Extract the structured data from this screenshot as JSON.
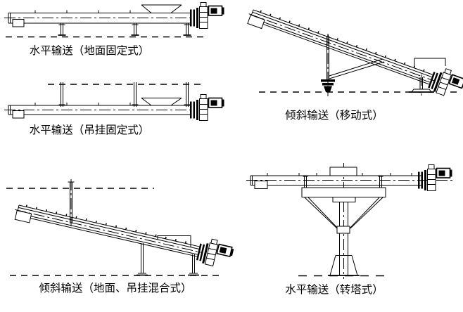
{
  "figure": {
    "title": "screw-conveyor-installation-types",
    "background_color": "#ffffff",
    "line_color": "#000000"
  },
  "diagrams": [
    {
      "id": "horizontal-ground-fixed",
      "caption": "水平输送（地面固定式）"
    },
    {
      "id": "horizontal-hanging-fixed",
      "caption": "水平输送（吊挂固定式）"
    },
    {
      "id": "inclined-ground-hanging-mixed",
      "caption": "倾斜输送（地面、吊挂混合式）"
    },
    {
      "id": "inclined-mobile",
      "caption": "倾斜输送（移动式）"
    },
    {
      "id": "horizontal-turret",
      "caption": "水平输送（转塔式）"
    }
  ]
}
